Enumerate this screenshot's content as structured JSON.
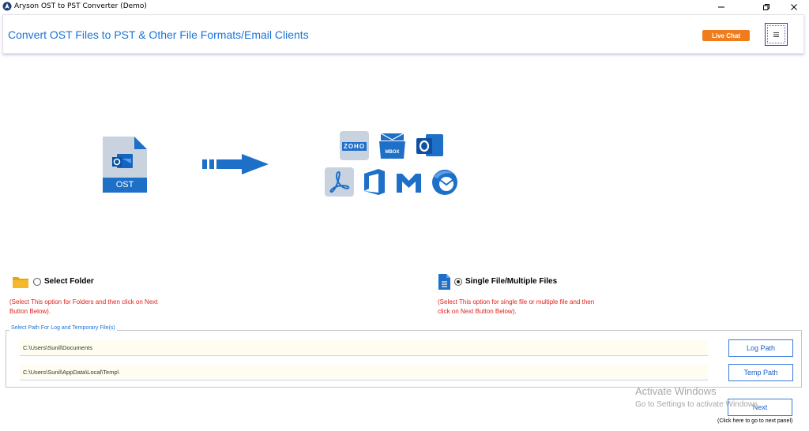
{
  "window": {
    "title": "Aryson OST to PST Converter (Demo)"
  },
  "header": {
    "title": "Convert OST Files to PST & Other File Formats/Email Clients",
    "live_chat_label": "Live Chat"
  },
  "illustration": {
    "source_label": "OST",
    "mbox_label": "MBOX",
    "zoho_label": "ZOHO"
  },
  "options": {
    "folder": {
      "label": "Select Folder",
      "hint_line1": "(Select This option for Folders and then click on Next",
      "hint_line2": "Button Below).",
      "selected": false
    },
    "files": {
      "label": "Single File/Multiple Files",
      "hint_line1": "(Select This option for single file or multiple file and then",
      "hint_line2": "click on Next Button Below).",
      "selected": true
    }
  },
  "paths": {
    "group_label": "Select Path For Log and Temporary File(s)",
    "log_path_value": "C:\\Users\\Sunil\\Documents",
    "log_path_button": "Log Path",
    "temp_path_value": "C:\\Users\\Sunil\\AppData\\Local\\Temp\\",
    "temp_path_button": "Temp Path"
  },
  "footer": {
    "next_label": "Next",
    "next_hint": "(Click here to go to next panel)"
  },
  "watermark": {
    "line1": "Activate Windows",
    "line2": "Go to Settings to activate Windows."
  },
  "colors": {
    "accent": "#1a73d8",
    "live_chat": "#f07c1c",
    "hint_red": "#e0201c"
  }
}
